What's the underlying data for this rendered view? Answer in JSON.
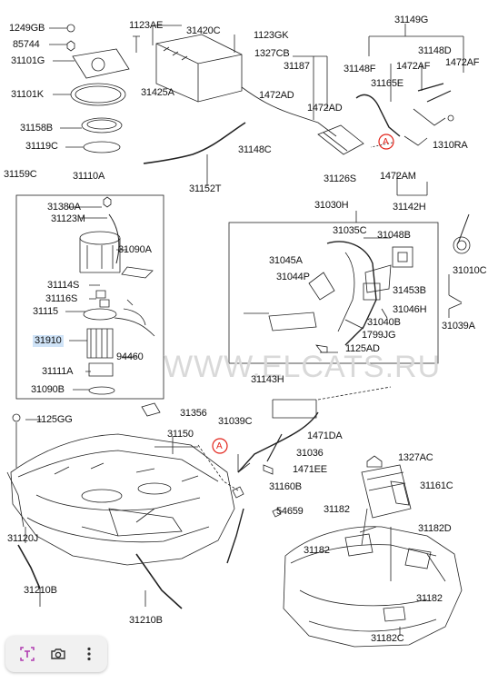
{
  "watermark": "WWW.ELCATS.RU",
  "parts": {
    "p1249GB": "1249GB",
    "p85744": "85744",
    "p31101G": "31101G",
    "p31101K": "31101K",
    "p31158B": "31158B",
    "p31119C": "31119C",
    "p31159C": "31159C",
    "p31110A": "31110A",
    "p1123AE": "1123AE",
    "p31420C": "31420C",
    "p1123GK": "1123GK",
    "p1327CB": "1327CB",
    "p31187": "31187",
    "p31425A": "31425A",
    "p1472AD_a": "1472AD",
    "p1472AD_b": "1472AD",
    "p31148C": "31148C",
    "p31152T": "31152T",
    "p31149G": "31149G",
    "p31148D": "31148D",
    "p31148F": "31148F",
    "p1472AF_a": "1472AF",
    "p1472AF_b": "1472AF",
    "p31165E": "31165E",
    "p1310RA": "1310RA",
    "p31126S": "31126S",
    "p1472AM": "1472AM",
    "p31142H": "31142H",
    "p31380A": "31380A",
    "p31123M": "31123M",
    "p31090A": "31090A",
    "p31114S": "31114S",
    "p31116S": "31116S",
    "p31115": "31115",
    "p31910": "31910",
    "p94460": "94460",
    "p31111A": "31111A",
    "p31090B": "31090B",
    "p31030H": "31030H",
    "p31035C": "31035C",
    "p31048B": "31048B",
    "p31045A": "31045A",
    "p31044P": "31044P",
    "p31010C": "31010C",
    "p31453B": "31453B",
    "p31046H": "31046H",
    "p31040B": "31040B",
    "p1799JG": "1799JG",
    "p31039A": "31039A",
    "p1125AD": "1125AD",
    "p31143H": "31143H",
    "p31356": "31356",
    "p31039C": "31039C",
    "p1125GG": "1125GG",
    "p31150": "31150",
    "p1471DA": "1471DA",
    "p31036": "31036",
    "p1471EE": "1471EE",
    "p1327AC": "1327AC",
    "p31161C": "31161C",
    "p31160B": "31160B",
    "p54659": "54659",
    "p31182_a": "31182",
    "p31182D": "31182D",
    "p31182_b": "31182",
    "p31182_c": "31182",
    "p31182C": "31182C",
    "p31120J": "31120J",
    "p31210B_a": "31210B",
    "p31210B_b": "31210B",
    "markerA1": "A",
    "markerA2": "A"
  },
  "toolbar": {
    "icons": [
      "text-select-icon",
      "camera-search-icon",
      "more-vertical-icon"
    ]
  },
  "colors": {
    "marker": "#e2231a",
    "highlight": "#cfe3f7",
    "line": "#222222"
  }
}
